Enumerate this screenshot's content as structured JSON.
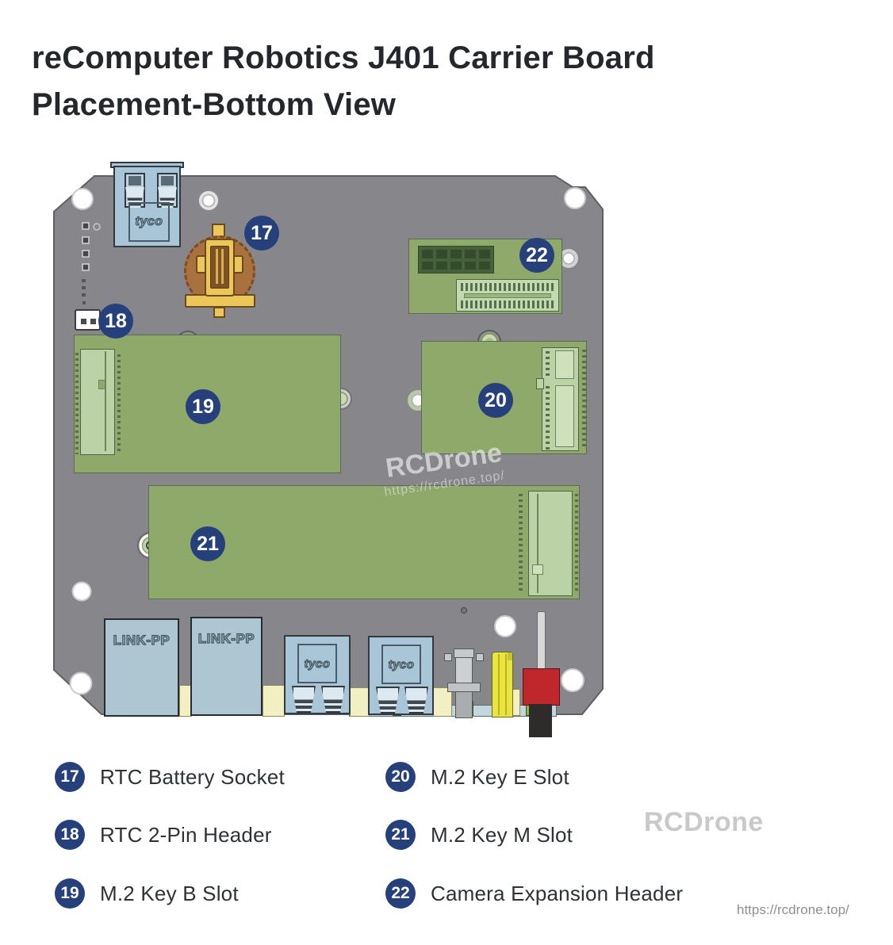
{
  "title": {
    "line1": "reComputer Robotics J401 Carrier Board",
    "line2": "Placement-Bottom View"
  },
  "board": {
    "callouts": {
      "c17": "17",
      "c18": "18",
      "c19": "19",
      "c20": "20",
      "c21": "21",
      "c22": "22"
    },
    "labels": {
      "link_pp": "LINK-PP",
      "tyco": "tyco"
    },
    "watermark": {
      "name": "RCDrone",
      "url": "https://rcdrone.top/"
    }
  },
  "legend": {
    "items": [
      {
        "num": "17",
        "label": "RTC Battery Socket"
      },
      {
        "num": "18",
        "label": "RTC 2-Pin Header"
      },
      {
        "num": "19",
        "label": "M.2 Key B Slot"
      },
      {
        "num": "20",
        "label": "M.2 Key E Slot"
      },
      {
        "num": "21",
        "label": "M.2 Key M Slot"
      },
      {
        "num": "22",
        "label": "Camera Expansion Header"
      }
    ]
  },
  "footer": {
    "watermark": "RCDrone",
    "url": "https://rcdrone.top/"
  },
  "colors": {
    "accent_navy": "#25407b",
    "board_gray": "#87878b",
    "pcb_green": "#8fa96b",
    "connector_blue": "#a9c6d8",
    "battery_brown": "#a9713e",
    "battery_gold": "#ecc658",
    "component_red": "#c0272d",
    "component_yellow": "#e9e43e"
  }
}
